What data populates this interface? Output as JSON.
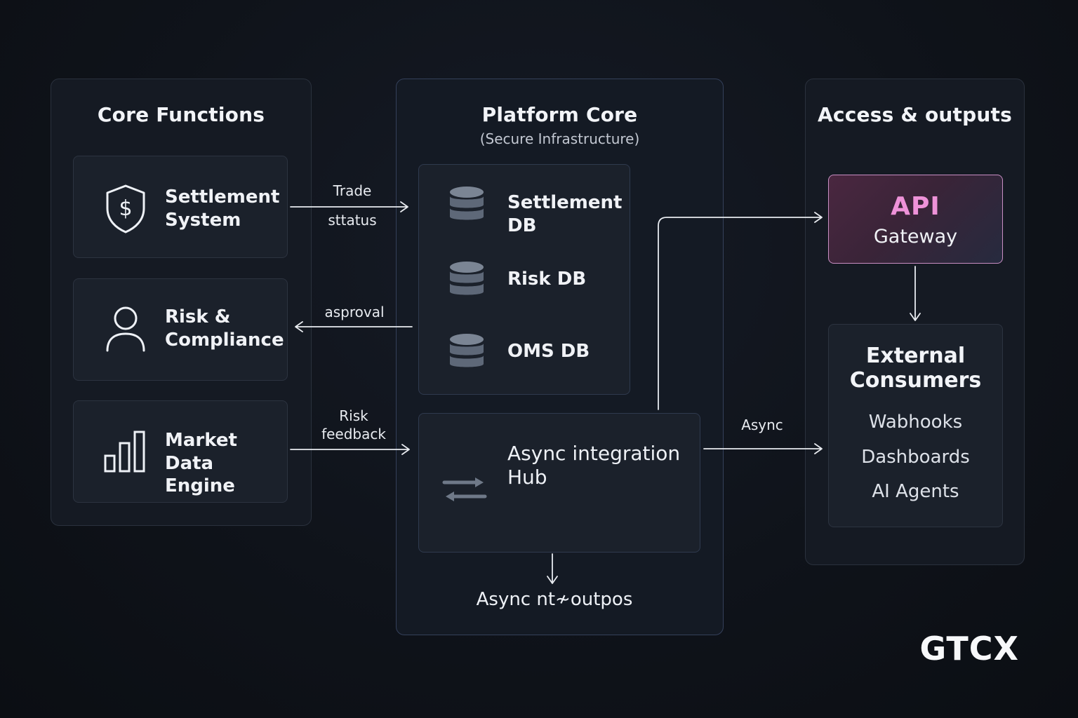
{
  "columns": {
    "left": {
      "title": "Core Functions"
    },
    "center": {
      "title": "Platform Core",
      "subtitle": "(Secure Infrastructure)"
    },
    "right": {
      "title": "Access & outputs"
    }
  },
  "core_functions": [
    {
      "line1": "Settlement",
      "line2": "System",
      "icon": "shield-dollar-icon"
    },
    {
      "line1": "Risk &",
      "line2": "Compliance",
      "icon": "user-icon"
    },
    {
      "line1": "Market Data",
      "line2": "Engine",
      "icon": "bar-chart-icon"
    }
  ],
  "databases": [
    {
      "line1": "Settlement",
      "line2": "DB",
      "icon": "database-icon"
    },
    {
      "line1": "Risk DB",
      "line2": "",
      "icon": "database-icon"
    },
    {
      "line1": "OMS DB",
      "line2": "",
      "icon": "database-icon"
    }
  ],
  "hub": {
    "line1": "Async integration",
    "line2": "Hub",
    "icon": "exchange-arrows-icon"
  },
  "hub_output": "Async nt≁outpos",
  "edges": {
    "trade_status": {
      "line1": "Trade",
      "line2": "sttatus"
    },
    "approval": {
      "line1": "asproval"
    },
    "risk_feedback": {
      "line1": "Risk",
      "line2": "feedback"
    },
    "async": {
      "line1": "Async"
    }
  },
  "api": {
    "title": "API",
    "subtitle": "Gateway"
  },
  "external": {
    "title_line1": "External",
    "title_line2": "Consumers",
    "items": [
      "Wabhooks",
      "Dashboards",
      "AI Agents"
    ]
  },
  "brand": "GTCX",
  "colors": {
    "background": "#0f131a",
    "panel": "#151a23",
    "card": "#1b212b",
    "api_accent": "#ee92d8",
    "api_border": "#c98fc4",
    "db_icon": "#7b8594"
  }
}
